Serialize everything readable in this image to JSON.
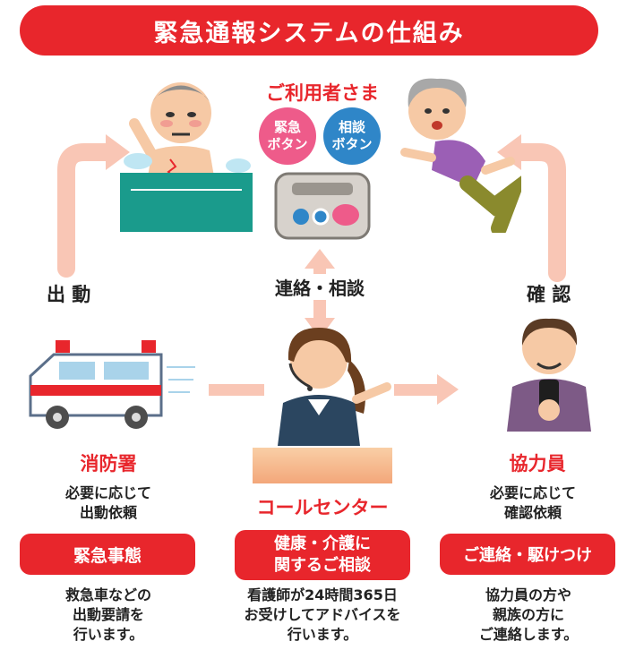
{
  "title": "緊急通報システムの仕組み",
  "user": {
    "label": "ご利用者さま",
    "emergency_button": "緊急\nボタン",
    "consult_button": "相談\nボタン"
  },
  "flows": {
    "dispatch": "出 動",
    "contact": "連絡・相談",
    "confirm": "確 認"
  },
  "fire_station": {
    "label": "消防署",
    "note": "必要に応じて\n出動依頼",
    "pill": "緊急事態",
    "desc": "救急車などの\n出動要請を\n行います。"
  },
  "call_center": {
    "label": "コールセンター",
    "pill": "健康・介護に\n関するご相談",
    "desc": "看護師が24時間365日\nお受けしてアドバイスを\n行います。"
  },
  "cooperator": {
    "label": "協力員",
    "note": "必要に応じて\n確認依頼",
    "pill": "ご連絡・駆けつけ",
    "desc": "協力員の方や\n親族の方に\nご連絡します。"
  },
  "colors": {
    "accent_red": "#e8262c",
    "arrow_pink": "#f9c6b5",
    "emergency_pink": "#ee5b8a",
    "consult_blue": "#2f86c8"
  }
}
